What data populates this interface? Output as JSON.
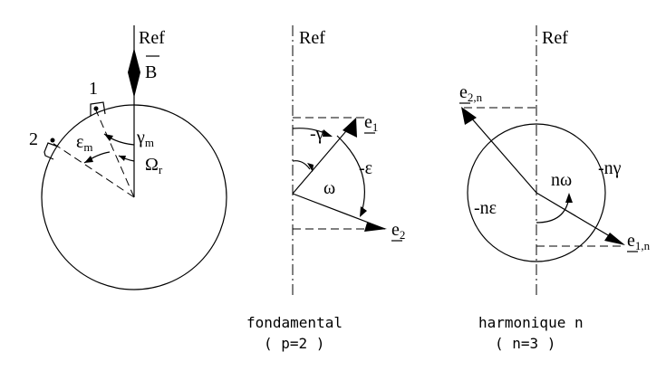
{
  "panels": [
    {
      "ref": "Ref",
      "b_field": "B",
      "sensor1": "1",
      "sensor2": "2",
      "gamma_m": "γ",
      "gamma_m_sub": "m",
      "eps_m": "ε",
      "eps_m_sub": "m",
      "omega_r": "Ω",
      "omega_r_sub": "r"
    },
    {
      "ref": "Ref",
      "minus_gamma": "-γ",
      "e1": "e",
      "e1_sub": "1",
      "omega": "ω",
      "minus_eps": "-ε",
      "e2": "e",
      "e2_sub": "2",
      "caption_line1": "fondamental",
      "caption_line2": "( p=2 )"
    },
    {
      "ref": "Ref",
      "e2n": "e",
      "e2n_sub": "2,n",
      "minus_n_gamma": "-nγ",
      "n_omega": "nω",
      "minus_n_eps": "-nε",
      "e1n": "e",
      "e1n_sub": "1,n",
      "caption_line1": "harmonique n",
      "caption_line2": "( n=3 )"
    }
  ]
}
